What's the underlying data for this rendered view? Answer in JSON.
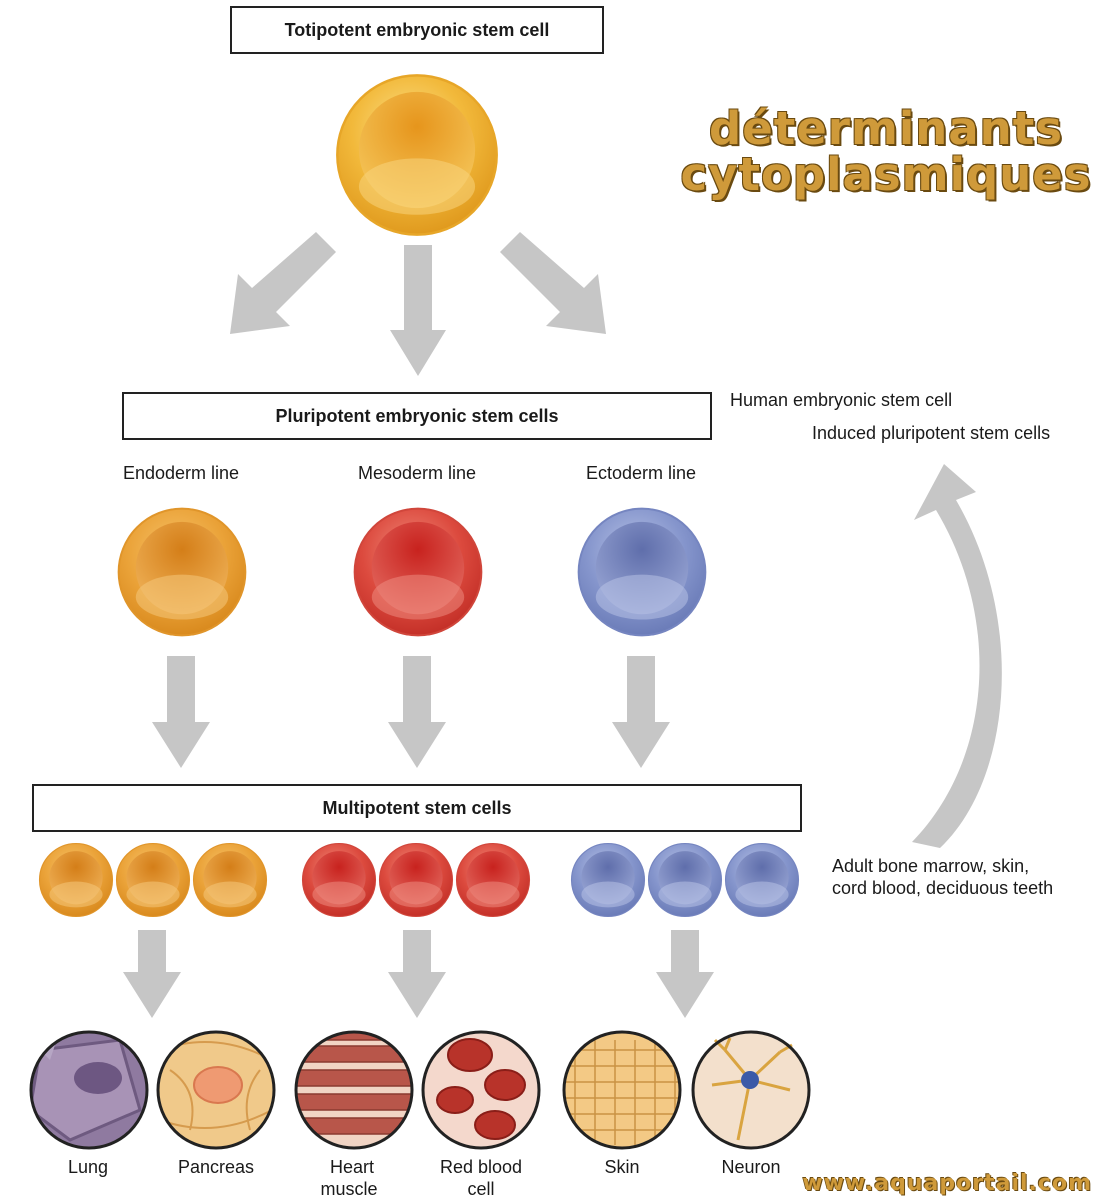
{
  "watermark": "www.aquaportail.com",
  "title": {
    "line1": "déterminants",
    "line2": "cytoplasmiques"
  },
  "stages": {
    "totipotent": "Totipotent embryonic stem cell",
    "pluripotent": "Pluripotent embryonic stem cells",
    "multipotent": "Multipotent stem cells"
  },
  "side_notes": {
    "human_esc": "Human embryonic stem cell",
    "ipsc": "Induced pluripotent stem cells",
    "adult_line1": "Adult bone marrow, skin,",
    "adult_line2": "cord blood, deciduous teeth"
  },
  "germ_lines": [
    {
      "label": "Endoderm line",
      "color": "#e9a23a"
    },
    {
      "label": "Mesoderm line",
      "color": "#d9413a"
    },
    {
      "label": "Ectoderm line",
      "color": "#7f8fc4"
    }
  ],
  "cell_types": [
    {
      "label1": "Lung",
      "label2": "",
      "icon": "lung-cell-icon"
    },
    {
      "label1": "Pancreas",
      "label2": "",
      "icon": "pancreas-cell-icon"
    },
    {
      "label1": "Heart",
      "label2": "muscle",
      "icon": "heart-muscle-cell-icon"
    },
    {
      "label1": "Red blood",
      "label2": "cell",
      "icon": "red-blood-cell-icon"
    },
    {
      "label1": "Skin",
      "label2": "",
      "icon": "skin-cell-icon"
    },
    {
      "label1": "Neuron",
      "label2": "",
      "icon": "neuron-cell-icon"
    }
  ],
  "colors": {
    "totipotent": "#f2b93b",
    "arrow": "#c6c6c6"
  }
}
